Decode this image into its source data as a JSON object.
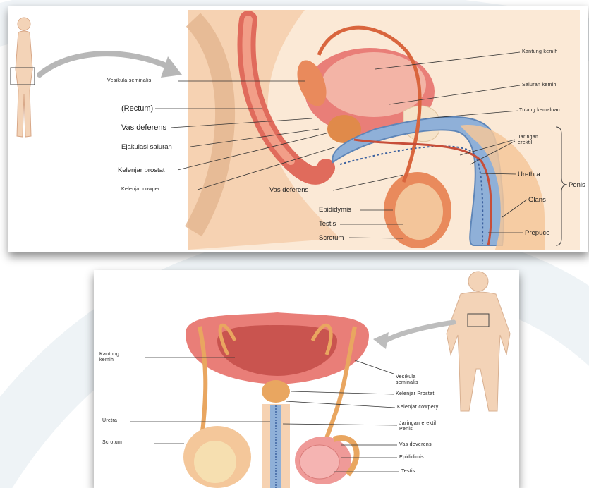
{
  "top_diagram": {
    "labels": {
      "vesikula": "Vesikula seminalis",
      "rectum": "(Rectum)",
      "vas_deferens_left": "Vas deferens",
      "ejakulasi": "Ejakulasi saluran",
      "prostat": "Kelenjar prostat",
      "cowper": "Kelenjar cowper",
      "vas_deferens_bottom": "Vas deferens",
      "epididymis": "Epididymis",
      "testis": "Testis",
      "scrotum": "Scrotum",
      "kantung_kemih": "Kantung kemih",
      "saluran_kemih": "Saluran kemih",
      "tulang": "Tulang kemaluan",
      "jaringan": "Jaringan\nerektil",
      "urethra": "Urethra",
      "penis": "Penis",
      "glans": "Glans",
      "prepuce": "Prepuce"
    }
  },
  "bottom_diagram": {
    "labels": {
      "kantong_kemih": "Kantong\nkemih",
      "uretra": "Uretra",
      "scrotum": "Scrotum",
      "vesikula": "Vesikula\nseminalis",
      "prostat": "Kelenjar Prostat",
      "cowpery": "Kelenjar cowpery",
      "jaringan": "Jaringan erektil\nPenis",
      "vas_deverens": "Vas deverens",
      "epididimis": "Epididimis",
      "testis": "Testis"
    }
  },
  "colors": {
    "tissue": "#f4c79a",
    "muscle": "#e98a5c",
    "bladder": "#e97e78",
    "erectile": "#8fb0d8",
    "skin": "#f6d2b2"
  }
}
